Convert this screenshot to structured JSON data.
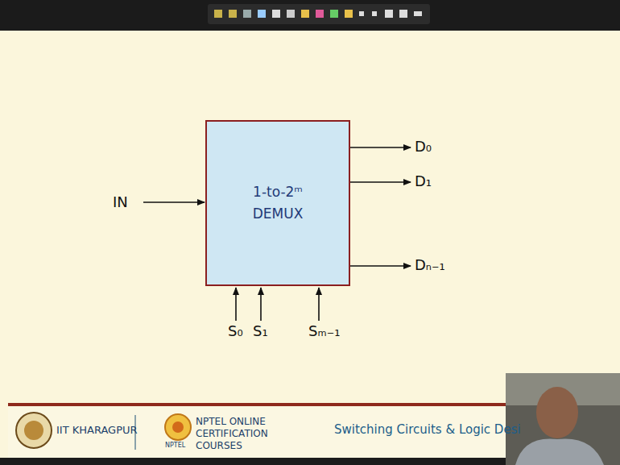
{
  "diagram": {
    "nodes": [
      {
        "text": [
          "1-to-2ᵐ DEMUX"
        ]
      }
    ],
    "edges": [],
    "labels": [
      "IN",
      "D₀",
      "D₁",
      "Dₙ₋₁",
      "S₀",
      "S₁",
      "Sₘ₋₁",
      "IIT KHARAGPUR",
      "NPTEL ONLINE CERTIFICATION COURSES",
      "NPTEL",
      "Switching Circuits & Logic Desi"
    ]
  }
}
